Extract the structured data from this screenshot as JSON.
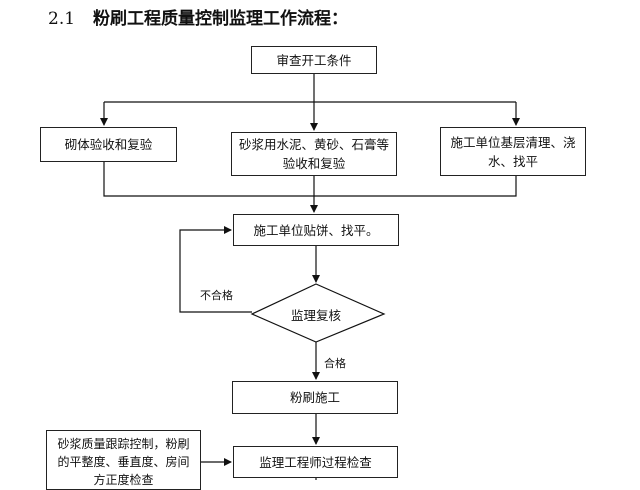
{
  "title": {
    "number": "2.1",
    "text": "粉刷工程质量控制监理工作流程："
  },
  "nodes": {
    "start": "审查开工条件",
    "left": "砌体验收和复验",
    "middle_line1": "砂浆用水泥、黄砂、石膏等",
    "middle_line2": "验收和复验",
    "right_line1": "施工单位基层清理、浇",
    "right_line2": "水、找平",
    "prep": "施工单位贴饼、找平。",
    "review": "监理复核",
    "plaster": "粉刷施工",
    "inspect": "监理工程师过程检查",
    "note_line1": "砂浆质量跟踪控制，粉刷",
    "note_line2": "的平整度、垂直度、房间",
    "note_line3": "方正度检查"
  },
  "edges": {
    "fail": "不合格",
    "pass": "合格"
  }
}
